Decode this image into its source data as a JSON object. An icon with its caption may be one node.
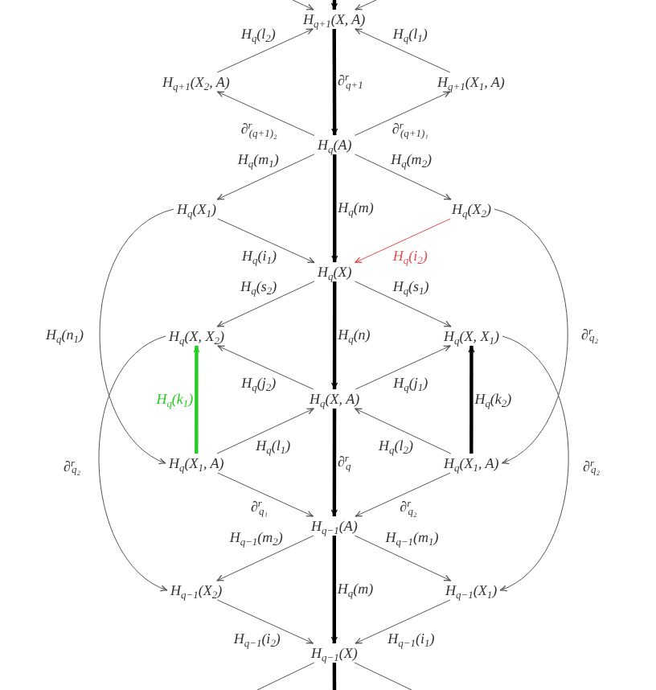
{
  "diagram": {
    "nodes": [
      {
        "text": [
          "H$_{q+1}$(X, A)"
        ]
      },
      {
        "text": [
          "H$_{q+1}$(X$_{2}$, A)"
        ]
      },
      {
        "text": [
          "H$_{q+1}$(X$_{1}$, A)"
        ]
      },
      {
        "text": [
          "H$_{q}$(A)"
        ]
      },
      {
        "text": [
          "H$_{q}$(X$_{1}$)"
        ]
      },
      {
        "text": [
          "H$_{q}$(X$_{2}$)"
        ]
      },
      {
        "text": [
          "H$_{q}$(X)"
        ]
      },
      {
        "text": [
          "H$_{q}$(X, X$_{2}$)"
        ]
      },
      {
        "text": [
          "H$_{q}$(X, X$_{1}$)"
        ]
      },
      {
        "text": [
          "H$_{q}$(X, A)"
        ]
      },
      {
        "text": [
          "H$_{q}$(X$_{1}$, A)"
        ]
      },
      {
        "text": [
          "H$_{q}$(X$_{1}$, A)"
        ]
      },
      {
        "text": [
          "H$_{q−1}$(A)"
        ]
      },
      {
        "text": [
          "H$_{q−1}$(X$_{2}$)"
        ]
      },
      {
        "text": [
          "H$_{q−1}$(X$_{1}$)"
        ]
      },
      {
        "text": [
          "H$_{q−1}$(X)"
        ]
      }
    ],
    "edges": [
      {
        "from": null,
        "to": 0,
        "arrow": "to"
      },
      {
        "from": null,
        "to": 0,
        "arrow": "to",
        "style": "thick"
      },
      {
        "from": null,
        "to": 0,
        "arrow": "to"
      },
      {
        "from": 1,
        "to": 0,
        "arrow": "to",
        "label": "H$_{q}$(l$_{2}$)"
      },
      {
        "from": 2,
        "to": 0,
        "arrow": "to",
        "label": "H$_{q}$(l$_{1}$)"
      },
      {
        "from": 0,
        "to": 3,
        "arrow": "to",
        "label": "∂$^{r}$$_{q+1}$",
        "style": "thick"
      },
      {
        "from": 3,
        "to": 1,
        "arrow": "to",
        "label": "∂$^{r}$$_{(q+1)₂}$"
      },
      {
        "from": 3,
        "to": 2,
        "arrow": "to",
        "label": "∂$^{r}$$_{(q+1)₁}$"
      },
      {
        "from": 3,
        "to": 4,
        "arrow": "to",
        "label": "H$_{q}$(m$_{1}$)"
      },
      {
        "from": 3,
        "to": 5,
        "arrow": "to",
        "label": "H$_{q}$(m$_{2}$)"
      },
      {
        "from": 3,
        "to": 6,
        "arrow": "to",
        "label": "H$_{q}$(m)",
        "style": "thick"
      },
      {
        "from": 4,
        "to": 6,
        "arrow": "to",
        "label": "H$_{q}$(i$_{1}$)"
      },
      {
        "from": 5,
        "to": 6,
        "arrow": "to",
        "label": "H$_{q}$(i$_{2}$)",
        "color": "#e64c4c"
      },
      {
        "from": 4,
        "to": 10,
        "arrow": "to",
        "label": "H$_{q}$(n$_{1}$)"
      },
      {
        "from": 5,
        "to": 11,
        "arrow": "to",
        "label": "∂$^{r}$$_{q₂}$"
      },
      {
        "from": 6,
        "to": 7,
        "arrow": "to",
        "label": "H$_{q}$(s$_{2}$)"
      },
      {
        "from": 6,
        "to": 8,
        "arrow": "to",
        "label": "H$_{q}$(s$_{1}$)"
      },
      {
        "from": 6,
        "to": 9,
        "arrow": "to",
        "label": "H$_{q}$(n)",
        "style": "thick"
      },
      {
        "from": 9,
        "to": 7,
        "arrow": "to",
        "label": "H$_{q}$(j$_{2}$)"
      },
      {
        "from": 9,
        "to": 8,
        "arrow": "to",
        "label": "H$_{q}$(j$_{1}$)"
      },
      {
        "from": 10,
        "to": 7,
        "arrow": "to",
        "label": "H$_{q}$(k$_{1}$)",
        "style": "thick",
        "color": "#22cc22"
      },
      {
        "from": 11,
        "to": 8,
        "arrow": "to",
        "label": "H$_{q}$(k$_{2}$)",
        "style": "thick"
      },
      {
        "from": 10,
        "to": 9,
        "arrow": "to",
        "label": "H$_{q}$(l$_{1}$)"
      },
      {
        "from": 11,
        "to": 9,
        "arrow": "to",
        "label": "H$_{q}$(l$_{2}$)"
      },
      {
        "from": 7,
        "to": 13,
        "arrow": "to",
        "label": "∂$^{r}$$_{q₂}$"
      },
      {
        "from": 8,
        "to": 14,
        "arrow": "to",
        "label": "∂$^{r}$$_{q₂}$"
      },
      {
        "from": 9,
        "to": 12,
        "arrow": "to",
        "label": "∂$^{r}$$_{q}$",
        "style": "thick"
      },
      {
        "from": 10,
        "to": 12,
        "arrow": "to",
        "label": "∂$^{r}$$_{q₁}$"
      },
      {
        "from": 11,
        "to": 12,
        "arrow": "to",
        "label": "∂$^{r}$$_{q₂}$"
      },
      {
        "from": 12,
        "to": 13,
        "arrow": "to",
        "label": "H$_{q−1}$(m$_{2}$)"
      },
      {
        "from": 12,
        "to": 14,
        "arrow": "to",
        "label": "H$_{q−1}$(m$_{1}$)"
      },
      {
        "from": 12,
        "to": 15,
        "arrow": "to",
        "label": "H$_{q}$(m)",
        "style": "thick"
      },
      {
        "from": 13,
        "to": 15,
        "arrow": "to",
        "label": "H$_{q−1}$(i$_{2}$)"
      },
      {
        "from": 14,
        "to": 15,
        "arrow": "to",
        "label": "H$_{q−1}$(i$_{1}$)"
      },
      {
        "from": 15,
        "to": null,
        "arrow": "none"
      },
      {
        "from": 15,
        "to": null,
        "arrow": "none",
        "style": "thick"
      },
      {
        "from": 15,
        "to": null,
        "arrow": "none"
      }
    ]
  }
}
